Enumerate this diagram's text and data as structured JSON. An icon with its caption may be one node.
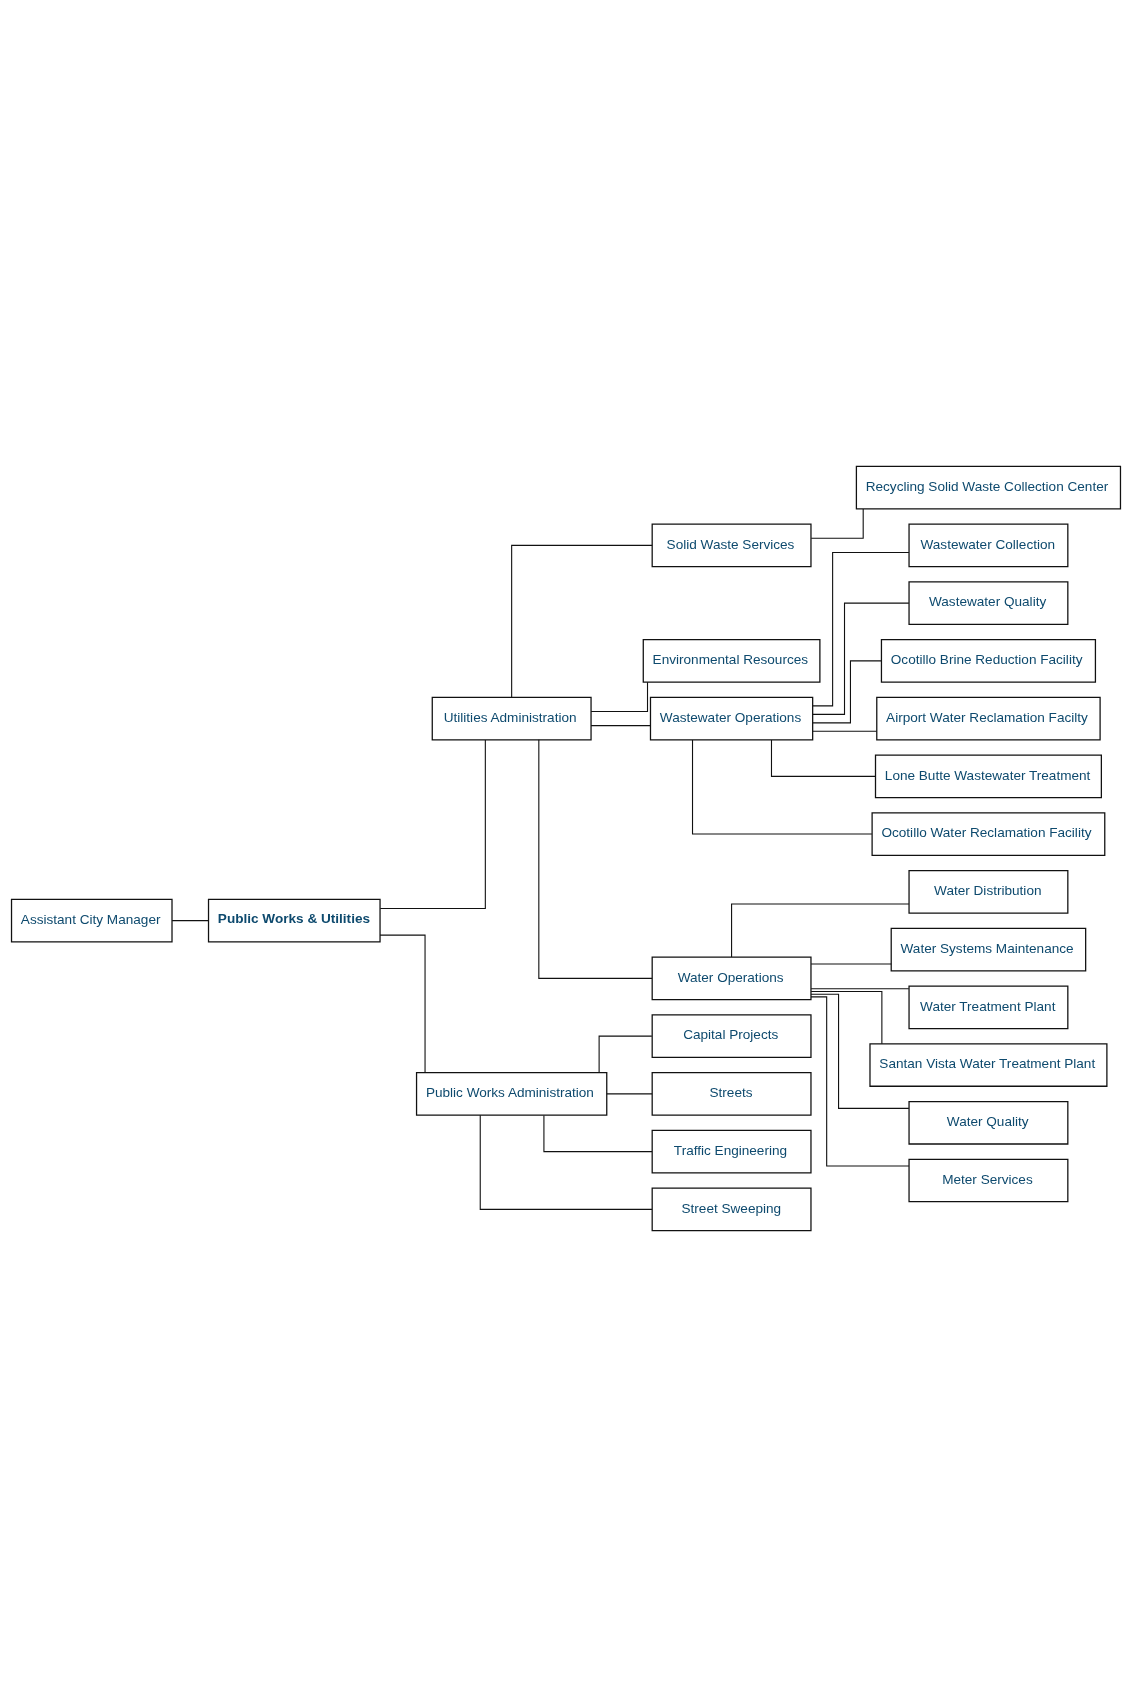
{
  "diagram": {
    "nodes": [
      {
        "text": [
          "Assistant City Manager"
        ]
      },
      {
        "text": [
          "Public Works & Utilities"
        ]
      },
      {
        "text": [
          "Utilities Administration"
        ]
      },
      {
        "text": [
          "Public Works Administration"
        ]
      },
      {
        "text": [
          "Solid Waste Services"
        ]
      },
      {
        "text": [
          "Environmental Resources"
        ]
      },
      {
        "text": [
          "Capital Projects"
        ]
      },
      {
        "text": [
          "Recycling Solid Waste Collection Center"
        ]
      },
      {
        "text": [
          "Wastewater Operations"
        ]
      },
      {
        "text": [
          "Streets"
        ]
      },
      {
        "text": [
          "Water Operations"
        ]
      },
      {
        "text": [
          "Wastewater Collection"
        ]
      },
      {
        "text": [
          "Traffic Engineering"
        ]
      },
      {
        "text": [
          "Water Distribution"
        ]
      },
      {
        "text": [
          "Wastewater Quality"
        ]
      },
      {
        "text": [
          "Street Sweeping"
        ]
      },
      {
        "text": [
          "Water Systems Maintenance"
        ]
      },
      {
        "text": [
          "Ocotillo Brine Reduction Facility"
        ]
      },
      {
        "text": [
          "Water Treatment Plant"
        ]
      },
      {
        "text": [
          "Airport Water Reclamation Facilty"
        ]
      },
      {
        "text": [
          "Santan Vista Water Treatment Plant"
        ]
      },
      {
        "text": [
          "Lone Butte Wastewater Treatment"
        ]
      },
      {
        "text": [
          "Water Quality"
        ]
      },
      {
        "text": [
          "Ocotillo Water Reclamation Facility"
        ]
      },
      {
        "text": [
          "Meter Services"
        ]
      }
    ],
    "edges": [
      {
        "from": 0,
        "to": 1,
        "arrow": "none"
      },
      {
        "from": 1,
        "to": 2,
        "arrow": "none"
      },
      {
        "from": 1,
        "to": 3,
        "arrow": "none"
      },
      {
        "from": 2,
        "to": 4,
        "arrow": "none"
      },
      {
        "from": 2,
        "to": 5,
        "arrow": "none"
      },
      {
        "from": 2,
        "to": 8,
        "arrow": "none"
      },
      {
        "from": 2,
        "to": 10,
        "arrow": "none"
      },
      {
        "from": 4,
        "to": 7,
        "arrow": "none"
      },
      {
        "from": 10,
        "to": 13,
        "arrow": "none"
      },
      {
        "from": 10,
        "to": 16,
        "arrow": "none"
      },
      {
        "from": 10,
        "to": 18,
        "arrow": "none"
      },
      {
        "from": 10,
        "to": 20,
        "arrow": "none"
      },
      {
        "from": 10,
        "to": 22,
        "arrow": "none"
      },
      {
        "from": 10,
        "to": 24,
        "arrow": "none"
      },
      {
        "from": 8,
        "to": 11,
        "arrow": "none"
      },
      {
        "from": 8,
        "to": 14,
        "arrow": "none"
      },
      {
        "from": 8,
        "to": 17,
        "arrow": "none"
      },
      {
        "from": 8,
        "to": 19,
        "arrow": "none"
      },
      {
        "from": 8,
        "to": 21,
        "arrow": "none"
      },
      {
        "from": 8,
        "to": 23,
        "arrow": "none"
      },
      {
        "from": 3,
        "to": 6,
        "arrow": "none"
      },
      {
        "from": 3,
        "to": 9,
        "arrow": "none"
      },
      {
        "from": 3,
        "to": 12,
        "arrow": "none"
      },
      {
        "from": 3,
        "to": 15,
        "arrow": "none"
      }
    ]
  }
}
